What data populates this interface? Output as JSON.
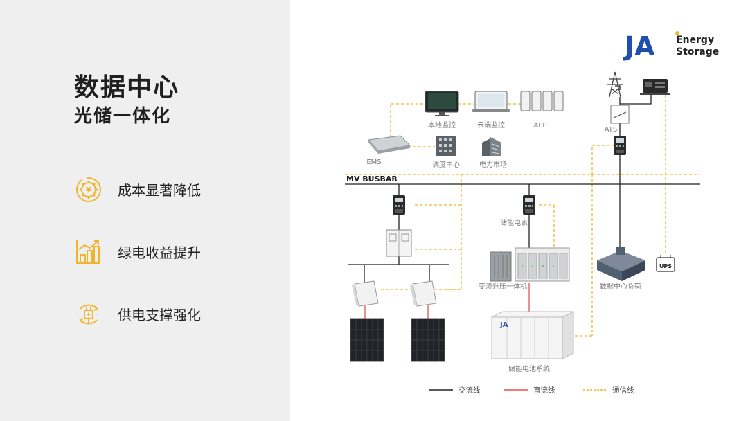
{
  "title": "数据中心",
  "subtitle": "光储一体化",
  "features": [
    {
      "label": "成本显著降低",
      "icon": "gear-coin-icon"
    },
    {
      "label": "绿电收益提升",
      "icon": "bar-growth-icon"
    },
    {
      "label": "供电支撑强化",
      "icon": "plug-cycle-icon"
    }
  ],
  "logo": {
    "letters": "JA",
    "line1": "Energy",
    "line2": "Storage"
  },
  "diagram": {
    "busbar": "MV  BUSBAR",
    "local_monitor": "本地监控",
    "cloud_monitor": "云端监控",
    "app": "APP",
    "ems": "EMS",
    "dispatch_center": "调度中心",
    "power_market": "电力市场",
    "ats": "ATS",
    "storage_meter": "储能电表",
    "ellipsis": "......",
    "transformer": "变流升压一体机",
    "datacenter_load": "数据中心负荷",
    "ups": "UPS",
    "battery_system": "储能电池系统",
    "battery_logo": "JA"
  },
  "legend": [
    {
      "label": "交流线",
      "color": "#222222"
    },
    {
      "label": "直流线",
      "color": "#e05555"
    },
    {
      "label": "通信线",
      "color": "#f1b52b"
    }
  ],
  "colors": {
    "accent": "#f1b52b",
    "ac": "#222222",
    "dc": "#e05555",
    "brand": "#1f4fae"
  }
}
